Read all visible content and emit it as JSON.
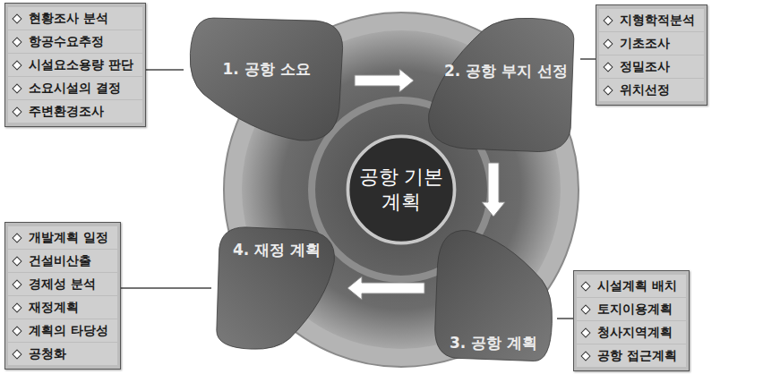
{
  "diagram": {
    "nodes": [
      {
        "text": [
          "공항 기본 계획"
        ]
      },
      {
        "text": [
          "1. 공항 소요"
        ]
      },
      {
        "text": [
          "2. 공항 부지 선정"
        ]
      },
      {
        "text": [
          "3. 공항 계획"
        ]
      },
      {
        "text": [
          "4. 재정 계획"
        ]
      },
      {
        "text": [
          "현황조사 분석",
          "항공수요추정",
          "시설요소용량 판단",
          "소요시설의 결정",
          "주변환경조사"
        ]
      },
      {
        "text": [
          "지형학적분석",
          "기초조사",
          "정밀조사",
          "위치선정"
        ]
      },
      {
        "text": [
          "개발계획 일정",
          "건설비산출",
          "경제성 분석",
          "재정계획",
          "계획의 타당성",
          "공청화"
        ]
      },
      {
        "text": [
          "시설계획 배치",
          "토지이용계획",
          "청사지역계획",
          "공항 접근계획"
        ]
      }
    ],
    "edges": [
      {
        "from": 1,
        "to": 2,
        "arrow": "to"
      },
      {
        "from": 2,
        "to": 3,
        "arrow": "to"
      },
      {
        "from": 3,
        "to": 4,
        "arrow": "to"
      },
      {
        "from": 5,
        "to": 1,
        "arrow": "none"
      },
      {
        "from": 6,
        "to": 2,
        "arrow": "none"
      },
      {
        "from": 7,
        "to": 4,
        "arrow": "none"
      },
      {
        "from": 8,
        "to": 3,
        "arrow": "none"
      }
    ]
  }
}
